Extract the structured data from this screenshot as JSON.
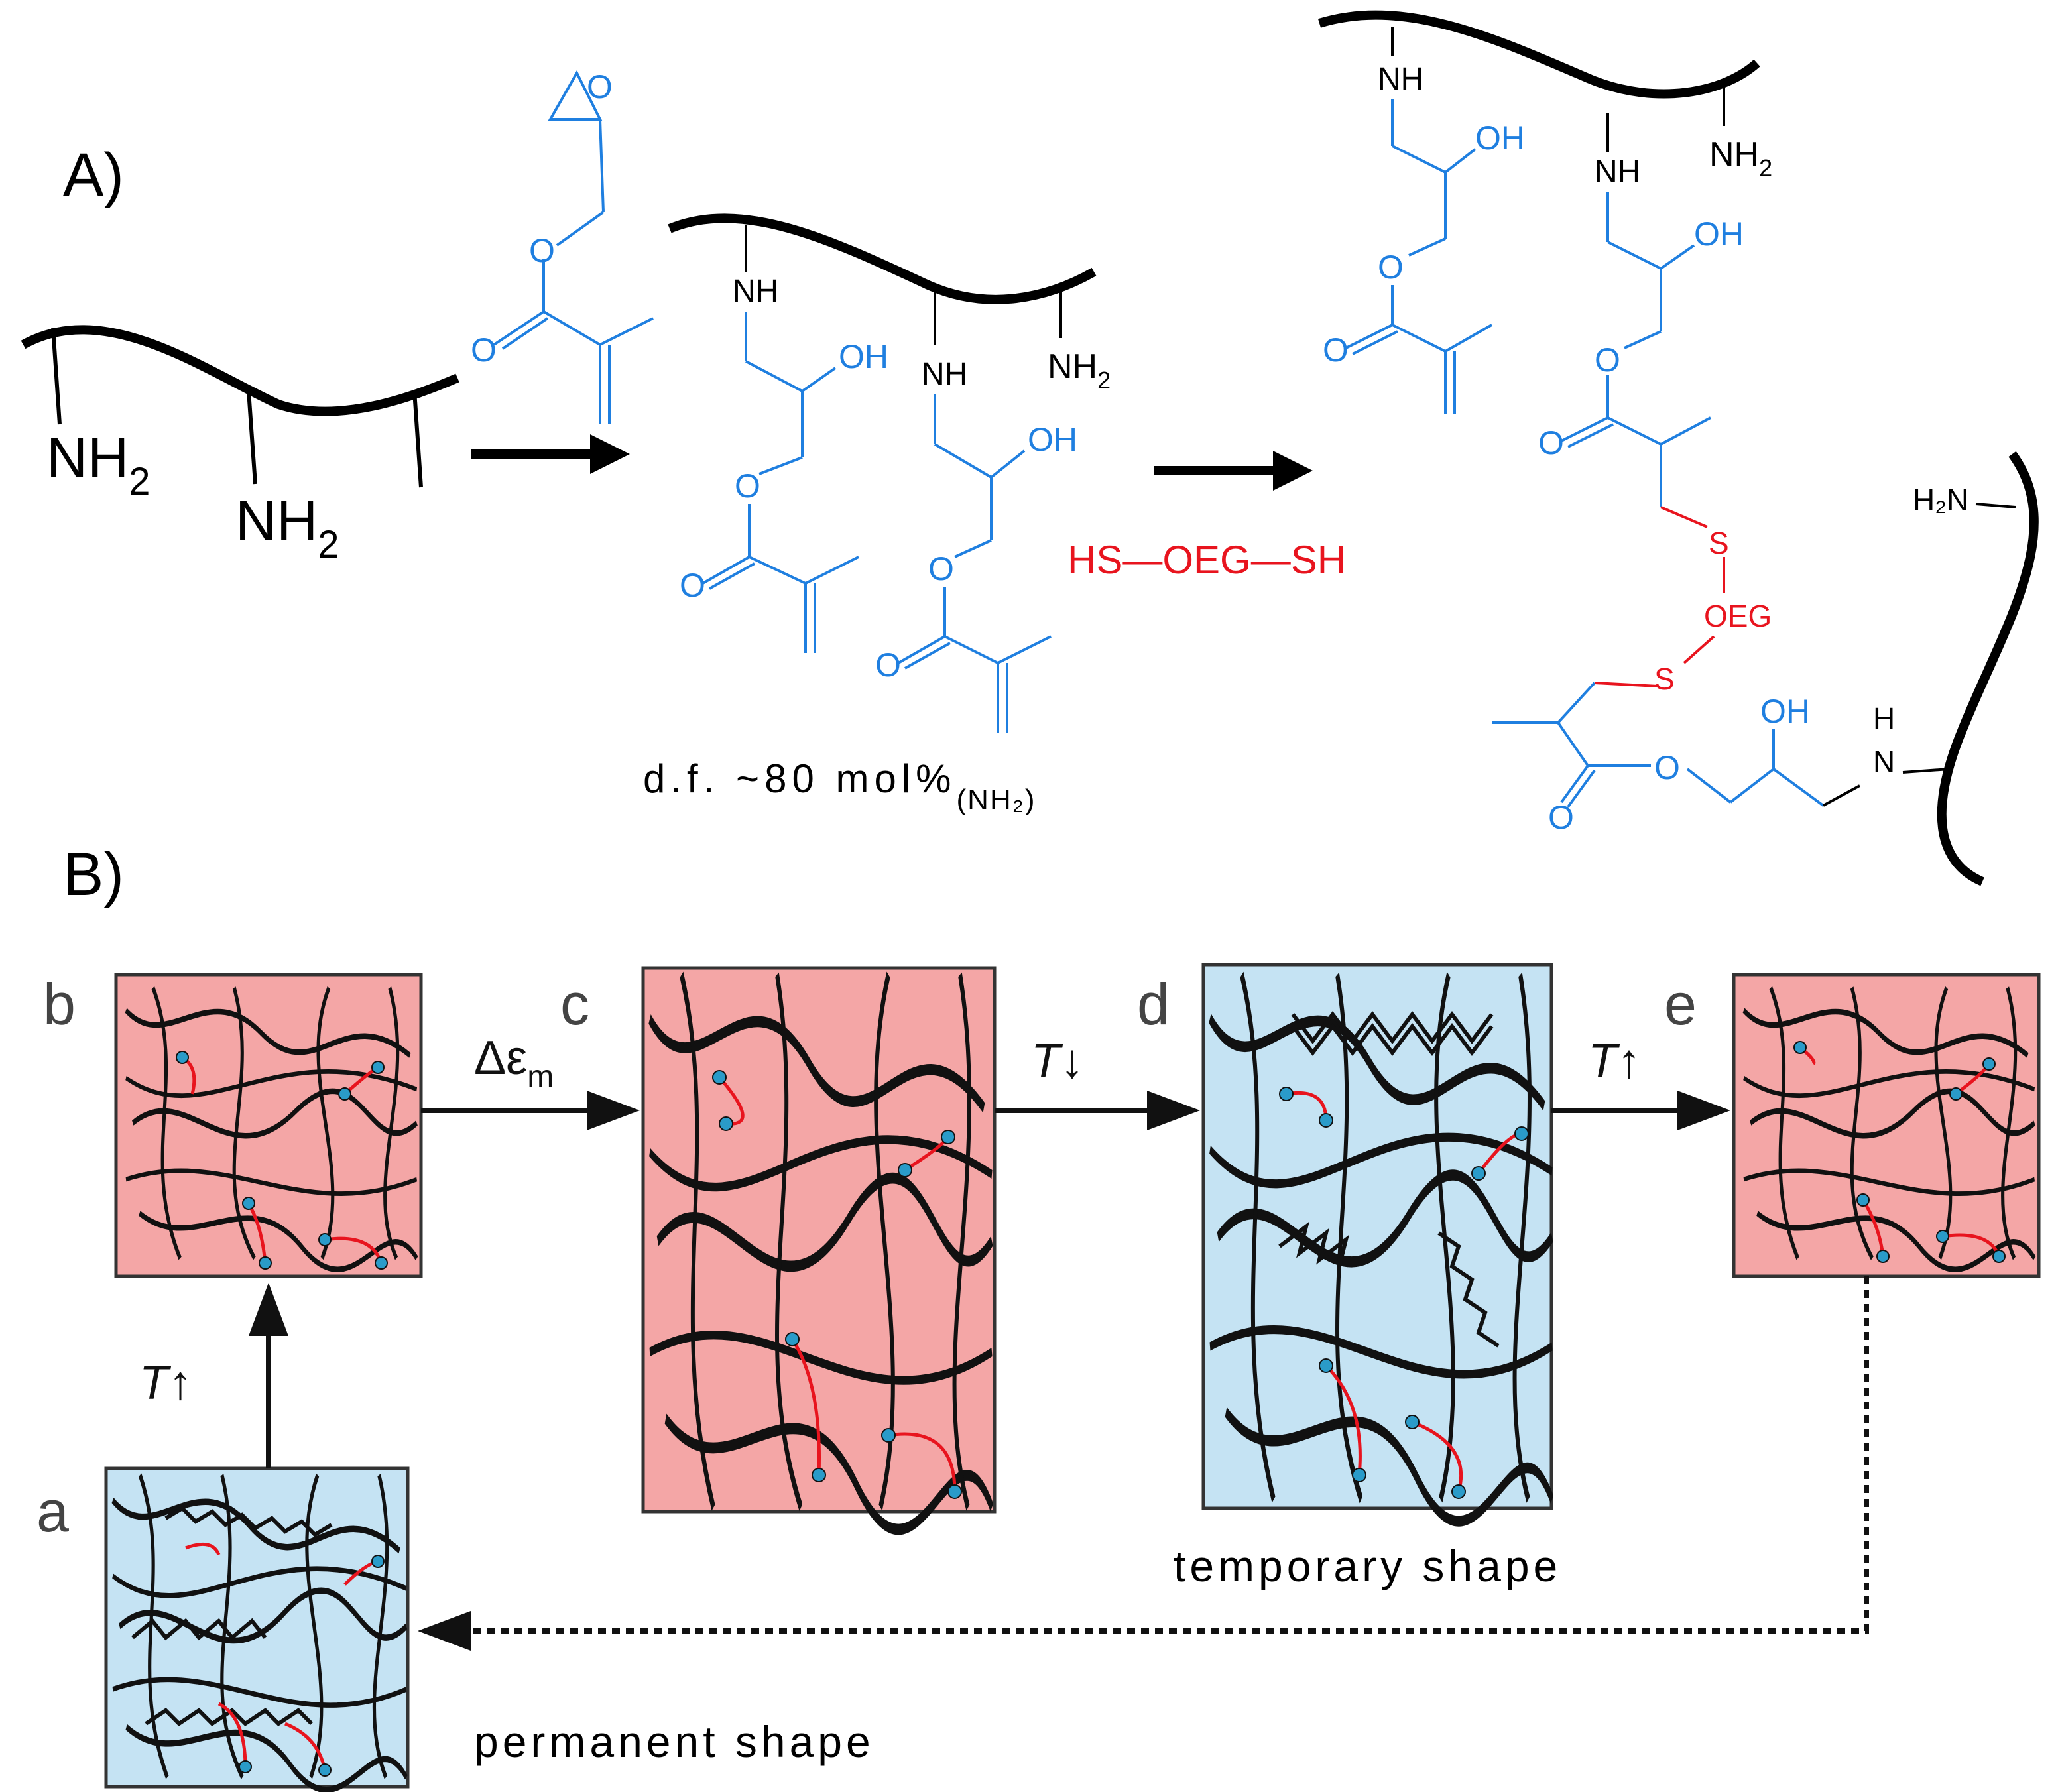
{
  "panels": {
    "a_label": "A)",
    "b_label": "B)"
  },
  "scheme": {
    "nh2": "NH",
    "nh": "NH",
    "oh": "OH",
    "o": "O",
    "sub2": "2",
    "reagent": "HS—OEG—SH",
    "s": "S",
    "oeg": "OEG",
    "h2n": "H₂N",
    "h": "H",
    "n": "N",
    "df_main": "d.f. ~80 mol%",
    "df_sub": "(NH₂)"
  },
  "cycle": {
    "states": [
      {
        "label": "a",
        "phase": "crystalline"
      },
      {
        "label": "b",
        "phase": "amorphous"
      },
      {
        "label": "c",
        "phase": "amorphous"
      },
      {
        "label": "d",
        "phase": "crystalline"
      },
      {
        "label": "e",
        "phase": "amorphous"
      }
    ],
    "arrows": {
      "a_to_b": "T↑",
      "b_to_c_main": "Δε",
      "b_to_c_sub": "m",
      "c_to_d": "T↓",
      "d_to_e": "T↑"
    },
    "captions": {
      "temporary": "temporary shape",
      "permanent": "permanent shape"
    }
  },
  "colors": {
    "methacrylate": "#1f7fe0",
    "crosslinker": "#e8141e",
    "amorphous_fill": "#f4a6a6",
    "crystalline_fill": "#c5e3f3",
    "netpoint": "#2a9bc9"
  }
}
